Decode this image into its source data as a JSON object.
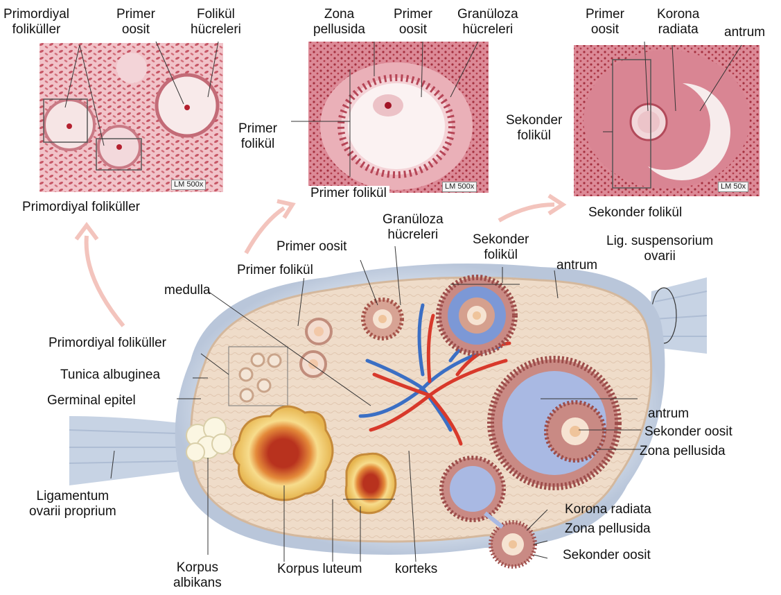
{
  "micro": {
    "primordial": {
      "labels": [
        "Primordiyal\nfoliküller",
        "Primer\noosit",
        "Folikül\nhücreleri"
      ],
      "magnification": "LM 500x",
      "caption": "Primordiyal foliküller"
    },
    "primary": {
      "labels": [
        "Zona\npellusida",
        "Primer\noosit",
        "Granüloza\nhücreleri",
        "Primer\nfolikül"
      ],
      "magnification": "LM 500x",
      "caption": "Primer folikül"
    },
    "secondary": {
      "labels": [
        "Primer\noosit",
        "Korona\nradiata",
        "antrum",
        "Sekonder\nfolikül"
      ],
      "magnification": "LM 50x",
      "caption": "Sekonder folikül"
    }
  },
  "ovary": {
    "labels": [
      "Primer oosit",
      "Granüloza\nhücreleri",
      "Sekonder\nfolikül",
      "Lig. suspensorium\novarii",
      "Primer folikül",
      "antrum",
      "medulla",
      "Primordiyal foliküller",
      "Tunica albuginea",
      "Germinal epitel",
      "antrum",
      "Sekonder oosit",
      "Zona pellusida",
      "Ligamentum\novarii proprium",
      "Korona radiata",
      "Zona pellusida",
      "Sekonder oosit",
      "Korpus\nalbikans",
      "Korpus luteum",
      "korteks"
    ]
  },
  "colors": {
    "tissue_pink": "#e8a4ae",
    "tissue_dark": "#b8404f",
    "ovary_fill": "#ecd8c4",
    "capsule": "#c9d3e2",
    "artery": "#d8392b",
    "vein": "#3b6fc4",
    "luteum": "#f2d27a",
    "luteum_core": "#c2321f",
    "antrum_blue": "#a9b9e3",
    "arrow": "#f3c4bd"
  },
  "icons": [
    "magnifier-arrow-icon"
  ]
}
